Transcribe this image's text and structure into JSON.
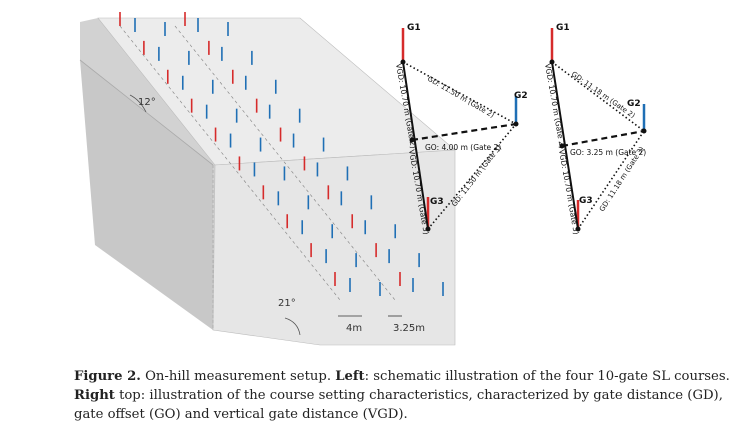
{
  "figure": {
    "slope_angles": [
      "12°",
      "21°"
    ],
    "spacing_labels": [
      "4m",
      "3.25m"
    ],
    "diagram_left": {
      "gates": [
        "G1",
        "G2",
        "G3"
      ],
      "vgd_top": "VGD: 10.70 m (Gate 2)",
      "vgd_bottom": "VGD: 10.70 m (Gate 3)",
      "gd_top": "GD: 11.50 m (Gate 2)",
      "gd_bottom": "GD: 11.50 m (Gate 3)",
      "go": "GO: 4.00 m (Gate 2)"
    },
    "diagram_right": {
      "gates": [
        "G1",
        "G2",
        "G3"
      ],
      "vgd_top": "VGD: 10.70 m (Gate 2)",
      "vgd_bottom": "VGD: 10.70 m (Gate 3)",
      "gd_top": "GD: 11.18 m (Gate 2)",
      "gd_bottom": "GD: 11.18 m (Gate 3)",
      "go": "GO: 3.25 m (Gate 2)"
    }
  },
  "caption": {
    "label": "Figure 2.",
    "part1": " On-hill measurement setup. ",
    "left_word": "Left",
    "part2": ": schematic illustration of the four 10-gate SL courses.",
    "right_top_word": "Right",
    "part3": " top: illustration of the course setting characteristics, characterized by gate distance (GD), gate offset (GO) and vertical gate distance (VGD)."
  },
  "colors": {
    "red_pole": "#d62b2b",
    "blue_pole": "#1f6fb5",
    "slope_face": "#e9e9e9",
    "slope_side": "#cfcfcf"
  }
}
